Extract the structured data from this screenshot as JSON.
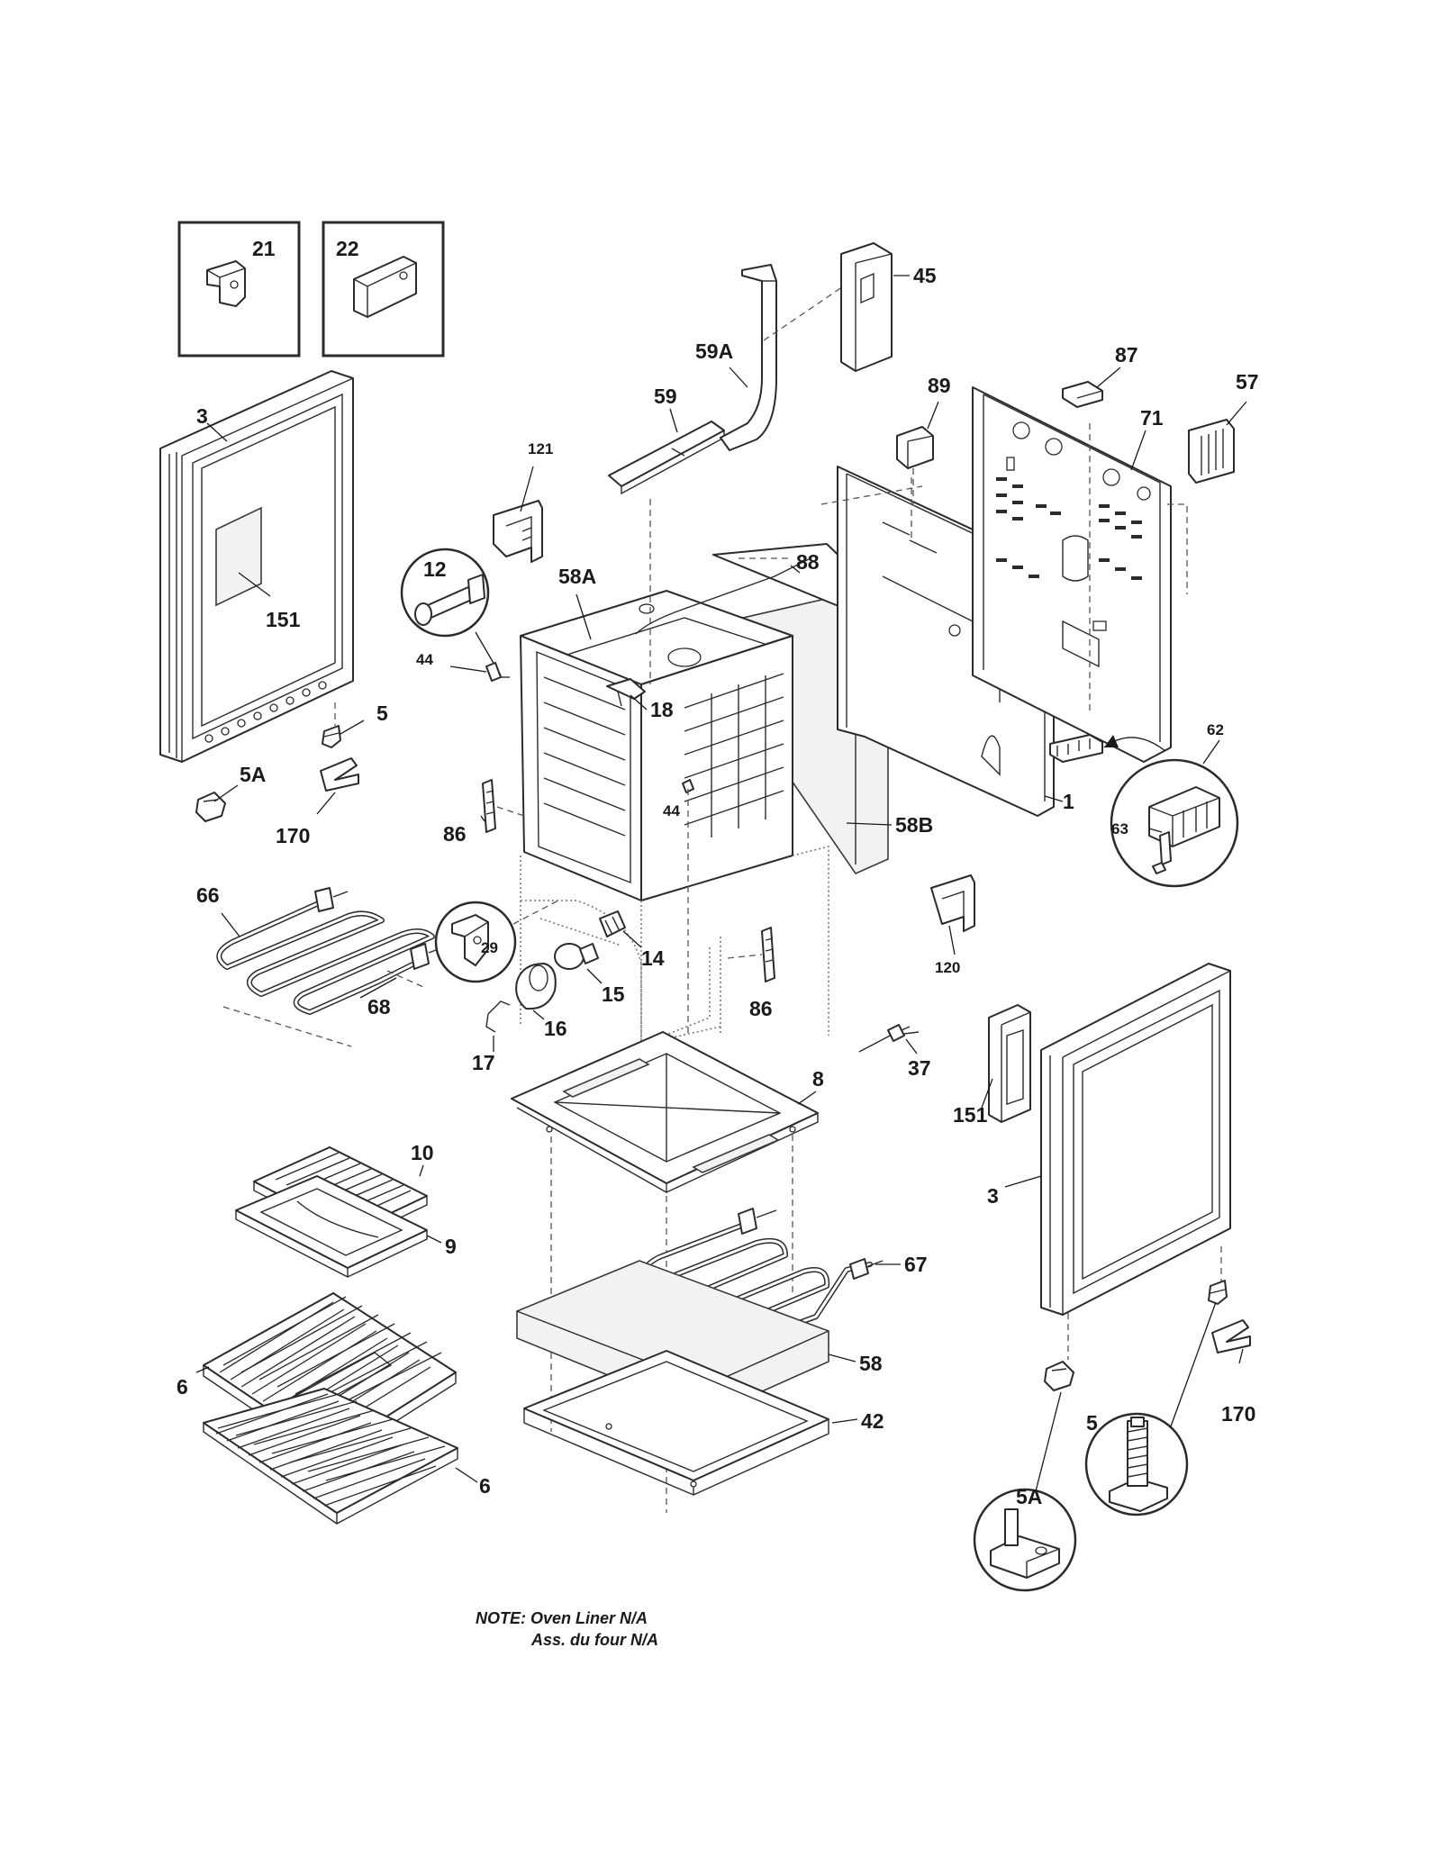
{
  "callouts": {
    "c21": "21",
    "c22": "22",
    "c3_left": "3",
    "c151_left": "151",
    "c5_left": "5",
    "c5a_left": "5A",
    "c170_left": "170",
    "c121": "121",
    "c12": "12",
    "c44_a": "44",
    "c58a": "58A",
    "c59": "59",
    "c59a": "59A",
    "c45": "45",
    "c87": "87",
    "c57": "57",
    "c89": "89",
    "c71": "71",
    "c88": "88",
    "c18": "18",
    "c44_b": "44",
    "c86_left": "86",
    "c58b": "58B",
    "c1": "1",
    "c62": "62",
    "c63": "63",
    "c120": "120",
    "c66": "66",
    "c68": "68",
    "c29": "29",
    "c14": "14",
    "c15": "15",
    "c16": "16",
    "c17": "17",
    "c86_right": "86",
    "c37": "37",
    "c151_right": "151",
    "c8": "8",
    "c10": "10",
    "c9": "9",
    "c3_right": "3",
    "c67": "67",
    "c58": "58",
    "c6_upper": "6",
    "c42": "42",
    "c6_lower": "6",
    "c170_right": "170",
    "c5_right": "5",
    "c5a_right": "5A"
  },
  "note": {
    "line1": "NOTE: Oven Liner N/A",
    "line2": "Ass. du four N/A"
  }
}
